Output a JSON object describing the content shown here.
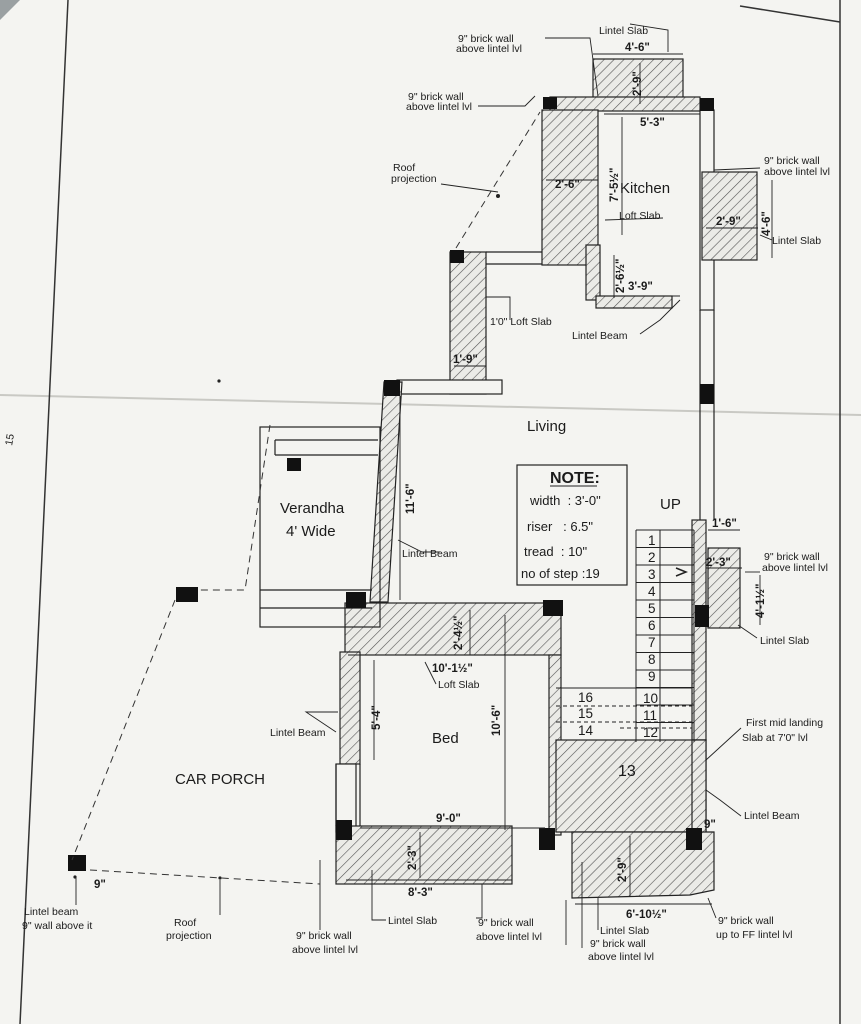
{
  "page_number": "15",
  "rooms": {
    "kitchen": "Kitchen",
    "living": "Living",
    "verandha_1": "Verandha",
    "verandha_2": "4' Wide",
    "bed": "Bed",
    "car_porch": "CAR PORCH"
  },
  "note": {
    "title": "NOTE:",
    "lines": [
      "width  : 3'-0\"",
      "riser   : 6.5\"",
      "tread  : 10\"",
      "no of step :19"
    ]
  },
  "stair": {
    "up_label": "UP",
    "steps_flight1": [
      "1",
      "2",
      "3",
      "4",
      "5",
      "6",
      "7",
      "8",
      "9",
      "10",
      "11",
      "12"
    ],
    "landing": "13",
    "steps_flight2": [
      "14",
      "15",
      "16"
    ]
  },
  "dimensions": {
    "d_4_6": "4'-6\"",
    "d_2_9_top": "2'-9\"",
    "d_5_3": "5'-3\"",
    "d_2_6": "2'-6\"",
    "d_7_5h": "7'-5½\"",
    "d_2_9_right": "2'-9\"",
    "d_4_6_v": "4'-6\"",
    "d_2_6h": "2'-6½\"",
    "d_3_9": "3'-9\"",
    "d_1_9": "1'-9\"",
    "d_11_6": "11'-6\"",
    "d_1_6": "1'-6\"",
    "d_2_3_right": "2'-3\"",
    "d_4_1h": "4'-1½\"",
    "d_2_4h": "2'-4½\"",
    "d_10_1h": "10'-1½\"",
    "d_5_4": "5'-4\"",
    "d_10_6": "10'-6\"",
    "d_9_0": "9'-0\"",
    "d_2_3_bottom": "2'-3\"",
    "d_8_3": "8'-3\"",
    "d_9": "9\"",
    "d_9_right": "9\"",
    "d_2_9_bottom": "2'-9\"",
    "d_6_10h": "6'-10½\""
  },
  "labels": {
    "lintel_slab_top": "Lintel Slab",
    "brick_wall_top_1": "9\" brick wall",
    "brick_wall_top_2": "above lintel lvl",
    "brick_wall_left_1": "9\" brick wall",
    "brick_wall_left_2": "above lintel lvl",
    "roof_projection_1": "Roof",
    "roof_projection_2": "projection",
    "brick_wall_right_1": "9\" brick wall",
    "brick_wall_right_2": "above lintel lvl",
    "loft_slab_kitchen": "Loft Slab",
    "lintel_slab_right": "Lintel Slab",
    "loft_slab_1_0": "1'0\" Loft Slab",
    "lintel_beam_kitchen": "Lintel Beam",
    "lintel_beam_living": "Lintel Beam",
    "brick_wall_stair_1": "9\" brick wall",
    "brick_wall_stair_2": "above lintel lvl",
    "lintel_slab_stair": "Lintel Slab",
    "loft_slab_bed": "Loft Slab",
    "lintel_beam_bed": "Lintel Beam",
    "mid_landing_1": "First mid landing",
    "mid_landing_2": "Slab at 7'0\" lvl",
    "lintel_beam_right": "Lintel Beam",
    "lintel_beam_porch_1": "Lintel beam",
    "lintel_beam_porch_2": "9\" wall above it",
    "roof_projection_b1": "Roof",
    "roof_projection_b2": "projection",
    "brick_wall_b1_1": "9\" brick wall",
    "brick_wall_b1_2": "above lintel lvl",
    "lintel_slab_bottom": "Lintel Slab",
    "brick_wall_b2_1": "9\" brick wall",
    "brick_wall_b2_2": "above lintel lvl",
    "lintel_slab_bottom2": "Lintel Slab",
    "brick_wall_b3_1": "9\" brick wall",
    "brick_wall_b3_2": "above lintel lvl",
    "brick_wall_ff_1": "9\" brick wall",
    "brick_wall_ff_2": "up to FF lintel lvl"
  }
}
